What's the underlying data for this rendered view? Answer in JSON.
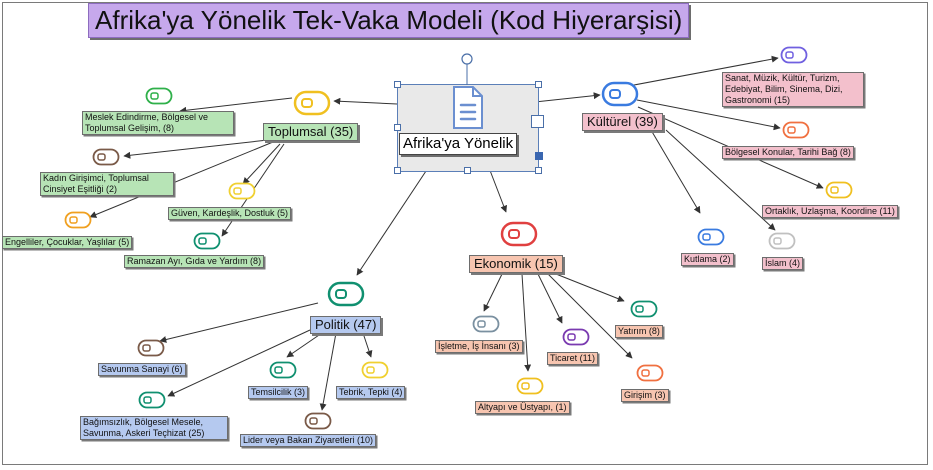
{
  "title": "Afrika'ya Yönelik Tek-Vaka Modeli (Kod Hiyerarşisi)",
  "center": {
    "label": "Afrika'ya Yönelik"
  },
  "categories": {
    "toplumsal": "Toplumsal (35)",
    "kulturel": "Kültürel (39)",
    "ekonomik": "Ekonomik (15)",
    "politik": "Politik (47)"
  },
  "codes": {
    "meslek": "Meslek Edindirme, Bölgesel ve\nToplumsal Gelişim, (8)",
    "kadin": "Kadın Girişimci, Toplumsal\nCinsiyet Eşitliği (2)",
    "engelliler": "Engelliler, Çocuklar, Yaşlılar (5)",
    "guven": "Güven, Kardeşlik, Dostluk (5)",
    "ramazan": "Ramazan Ayı, Gıda ve Yardım (8)",
    "sanat": "Sanat, Müzik, Kültür, Turizm,\nEdebiyat, Bilim, Sinema, Dizi,\nGastronomi (15)",
    "bolgesel": "Bölgesel Konular, Tarihi Bağ (8)",
    "ortaklik": "Ortaklık, Uzlaşma, Koordine (11)",
    "kutlama": "Kutlama (2)",
    "islam": "İslam (4)",
    "isletme": "İşletme, İş İnsanı (3)",
    "ticaret": "Ticaret (11)",
    "yatirim": "Yatırım (8)",
    "girisim": "Girişim (3)",
    "altyapi": "Altyapı ve Üstyapı,  (1)",
    "savunma": "Savunma Sanayi (6)",
    "bagimsizlik": "Bağımsızlık, Bölgesel Mesele,\nSavunma, Askeri Teçhizat (25)",
    "temsilcilik": "Temsilcilik (3)",
    "tebrik": "Tebrik, Tepki (4)",
    "lider": "Lider veya Bakan Ziyaretleri (10)"
  },
  "colors": {
    "toplumsal_fill": "#b7e4b6",
    "kulturel_fill": "#f3c0cc",
    "ekonomik_fill": "#f7c5b0",
    "politik_fill": "#b5c9ef",
    "title_fill": "#c6a8ec"
  },
  "icons": {
    "center": "document-icon",
    "code": "tag-icon"
  }
}
